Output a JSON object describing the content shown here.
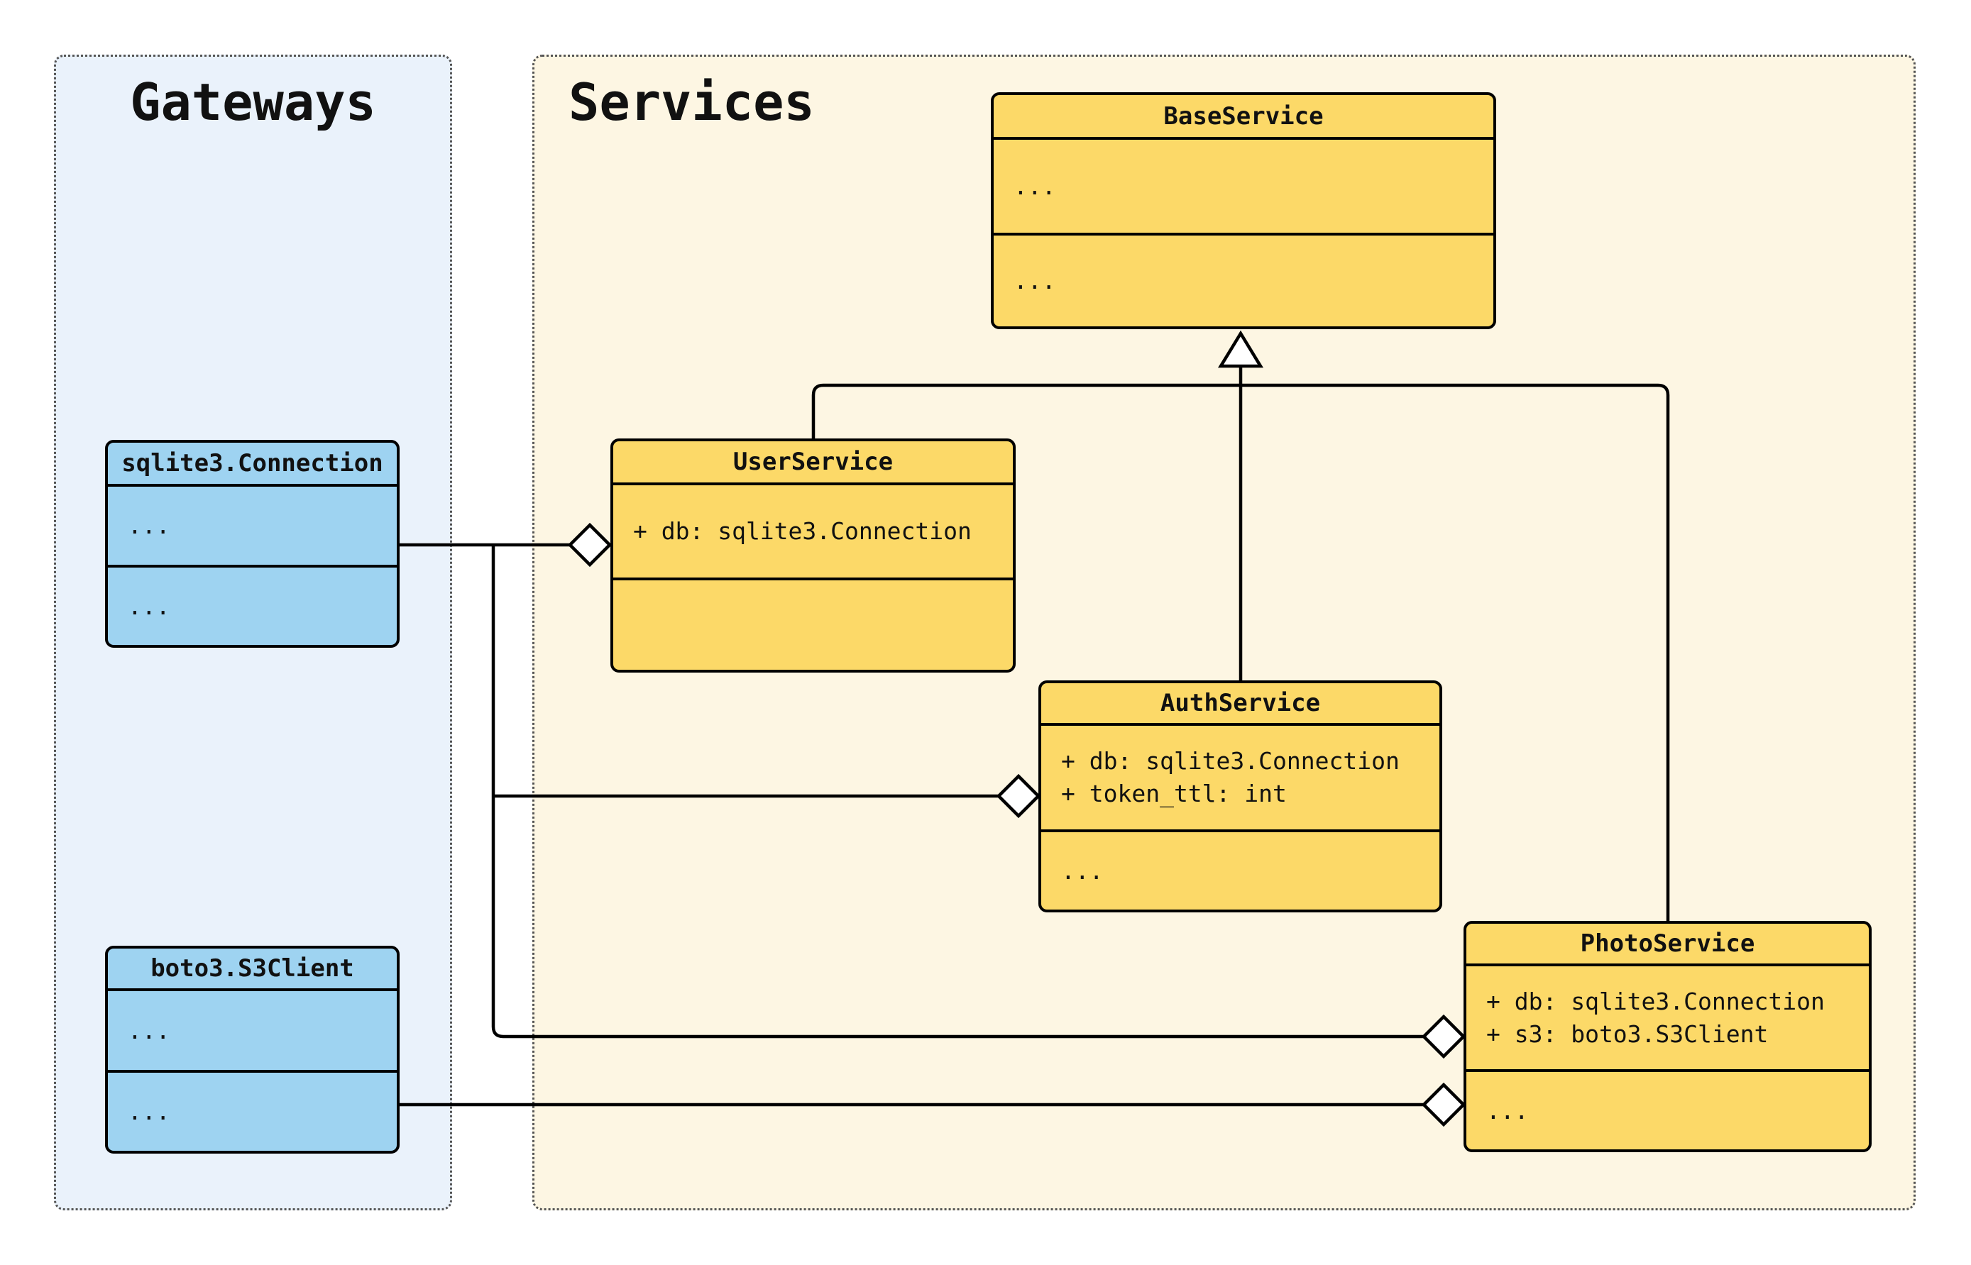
{
  "diagram_title": "UML class diagram: Gateways and Services",
  "panels": {
    "gateways": {
      "title": "Gateways"
    },
    "services": {
      "title": "Services"
    }
  },
  "classes": {
    "sqlite_connection": {
      "title": "sqlite3.Connection",
      "attributes": [
        "..."
      ],
      "methods": [
        "..."
      ]
    },
    "boto3_s3client": {
      "title": "boto3.S3Client",
      "attributes": [
        "..."
      ],
      "methods": [
        "..."
      ]
    },
    "base_service": {
      "title": "BaseService",
      "attributes": [
        "..."
      ],
      "methods": [
        "..."
      ]
    },
    "user_service": {
      "title": "UserService",
      "attributes": [
        "+ db: sqlite3.Connection"
      ],
      "methods": []
    },
    "auth_service": {
      "title": "AuthService",
      "attributes": [
        "+ db: sqlite3.Connection",
        "+ token_ttl: int"
      ],
      "methods": [
        "..."
      ]
    },
    "photo_service": {
      "title": "PhotoService",
      "attributes": [
        "+ db: sqlite3.Connection",
        "+ s3: boto3.S3Client"
      ],
      "methods": [
        "..."
      ]
    }
  },
  "relationships": [
    {
      "from": "UserService",
      "to": "BaseService",
      "type": "inheritance"
    },
    {
      "from": "AuthService",
      "to": "BaseService",
      "type": "inheritance"
    },
    {
      "from": "PhotoService",
      "to": "BaseService",
      "type": "inheritance"
    },
    {
      "from": "sqlite3.Connection",
      "to": "UserService",
      "type": "aggregation"
    },
    {
      "from": "sqlite3.Connection",
      "to": "AuthService",
      "type": "aggregation"
    },
    {
      "from": "sqlite3.Connection",
      "to": "PhotoService",
      "type": "aggregation"
    },
    {
      "from": "boto3.S3Client",
      "to": "PhotoService",
      "type": "aggregation"
    }
  ],
  "colors": {
    "gateways_panel_bg": "#eaf2fb",
    "services_panel_bg": "#fdf6e3",
    "gateway_class_fill": "#9ed3f1",
    "service_class_fill": "#fcd968",
    "box_border": "#000000",
    "panel_border": "#555555",
    "connector": "#000000",
    "text": "#111111"
  }
}
